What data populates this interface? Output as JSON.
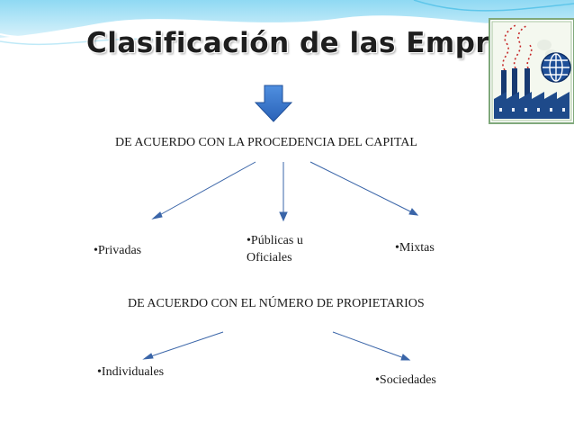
{
  "slide": {
    "title": "Clasificación de las Empresas",
    "section1": {
      "heading": "DE ACUERDO CON LA PROCEDENCIA DEL CAPITAL",
      "items": [
        "•Privadas",
        "•Públicas  u Oficiales",
        "•Mixtas"
      ]
    },
    "section2": {
      "heading": "DE  ACUERDO CON EL NÚMERO DE PROPIETARIOS",
      "items": [
        "•Individuales",
        "•Sociedades"
      ]
    }
  },
  "colors": {
    "accent_arrow": "#2f6fc6",
    "connector_line": "#3a65a8",
    "header_wave": "#7fd0ee"
  },
  "icons": {
    "logo": "factory-globe-icon",
    "arrow": "down-arrow-icon"
  }
}
